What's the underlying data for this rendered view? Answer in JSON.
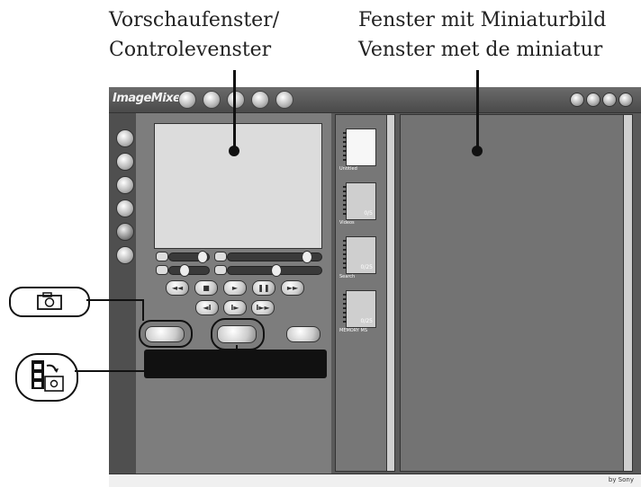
{
  "captions": {
    "preview_line1": "Vorschaufenster/",
    "preview_line2": "Controlevenster",
    "thumb_line1": "Fenster mit Miniaturbild",
    "thumb_line2": "Venster met de miniatur"
  },
  "app": {
    "title": "ImageMixer",
    "mode_icons": [
      "photo-mode-icon",
      "video-mode-icon",
      "album-mode-icon",
      "disc-mode-icon",
      "print-mode-icon"
    ],
    "window_icons": [
      "help-icon",
      "info-icon",
      "settings-icon",
      "close-icon"
    ],
    "left_tools": [
      "import-icon",
      "album-tool-icon",
      "disc-tool-icon",
      "edit-tool-icon",
      "capture-tool-icon",
      "trash-icon"
    ],
    "selected_left_tool_index": 4,
    "play_controls": {
      "row1": [
        "◄◄",
        "■",
        "►",
        "❚❚",
        "►►"
      ],
      "row2": [
        "◄I",
        "I►",
        "I►►"
      ]
    },
    "sliders": {
      "volume_level": 0.85,
      "progress_level": 0.85,
      "balance_level": 0.3,
      "speed_level": 0.5
    },
    "albums": [
      {
        "label": "Untitled",
        "count": ""
      },
      {
        "label": "Videos",
        "count": "0/5"
      },
      {
        "label": "Search",
        "count": "0/25"
      },
      {
        "label": "MEMORY MS",
        "count": "0/25"
      }
    ],
    "status_text": "by Sony"
  },
  "colors": {
    "window_bg": "#5a5a5a",
    "panel_bg": "#7d7d7d",
    "preview_bg": "#dcdcdc",
    "info_bar": "#111111"
  }
}
